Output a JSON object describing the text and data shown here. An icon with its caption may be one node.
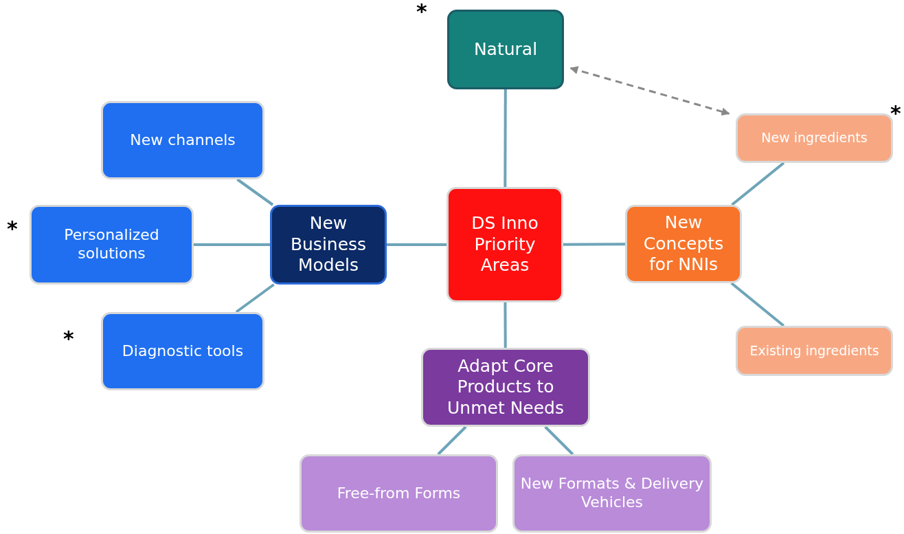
{
  "diagram": {
    "nodes": [
      {
        "text": [
          "DS Inno Priority Areas"
        ]
      },
      {
        "text": [
          "Natural"
        ],
        "beside": [
          "*"
        ]
      },
      {
        "text": [
          "New Business Models"
        ]
      },
      {
        "text": [
          "New channels"
        ]
      },
      {
        "text": [
          "Personalized solutions"
        ],
        "beside": [
          "*"
        ]
      },
      {
        "text": [
          "Diagnostic tools"
        ],
        "beside": [
          "*"
        ]
      },
      {
        "text": [
          "New Concepts for NNIs"
        ]
      },
      {
        "text": [
          "New ingredients"
        ],
        "beside": [
          "*"
        ]
      },
      {
        "text": [
          "Existing ingredients"
        ]
      },
      {
        "text": [
          "Adapt Core Products to Unmet Needs"
        ]
      },
      {
        "text": [
          "Free-from Forms"
        ]
      },
      {
        "text": [
          "New Formats & Delivery Vehicles"
        ]
      }
    ],
    "edges": [
      {
        "from": 0,
        "to": 1,
        "arrow": "none"
      },
      {
        "from": 0,
        "to": 2,
        "arrow": "none"
      },
      {
        "from": 0,
        "to": 6,
        "arrow": "none"
      },
      {
        "from": 0,
        "to": 9,
        "arrow": "none"
      },
      {
        "from": 2,
        "to": 3,
        "arrow": "none"
      },
      {
        "from": 2,
        "to": 4,
        "arrow": "none"
      },
      {
        "from": 2,
        "to": 5,
        "arrow": "none"
      },
      {
        "from": 6,
        "to": 7,
        "arrow": "none"
      },
      {
        "from": 6,
        "to": 8,
        "arrow": "none"
      },
      {
        "from": 9,
        "to": 10,
        "arrow": "none"
      },
      {
        "from": 9,
        "to": 11,
        "arrow": "none"
      },
      {
        "from": 1,
        "to": 7,
        "arrow": "both",
        "style": "dashed",
        "color": "#888888"
      }
    ]
  }
}
